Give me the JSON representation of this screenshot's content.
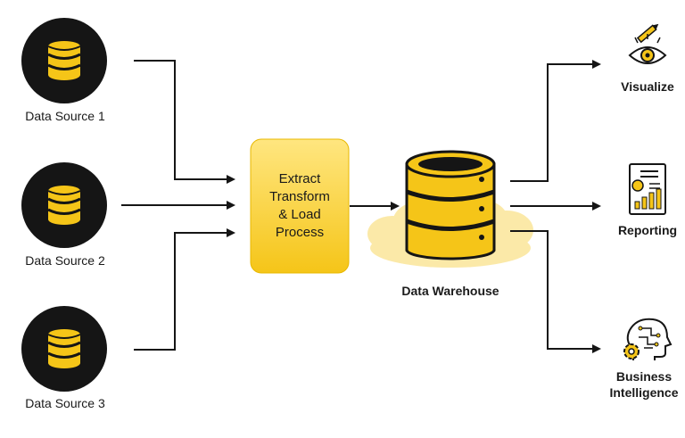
{
  "sources": [
    {
      "label": "Data Source 1"
    },
    {
      "label": "Data Source 2"
    },
    {
      "label": "Data Source 3"
    }
  ],
  "etl": {
    "label": "Extract\nTransform\n& Load\nProcess"
  },
  "warehouse": {
    "label": "Data Warehouse"
  },
  "outputs": [
    {
      "label": "Visualize",
      "icon": "eye-pencil-icon"
    },
    {
      "label": "Reporting",
      "icon": "report-chart-icon"
    },
    {
      "label": "Business\nIntelligence",
      "icon": "ai-head-gear-icon"
    }
  ],
  "colors": {
    "accent": "#F5C518",
    "accent_light": "#FFE680",
    "dark": "#151515",
    "cloud": "#FBE9A8"
  }
}
